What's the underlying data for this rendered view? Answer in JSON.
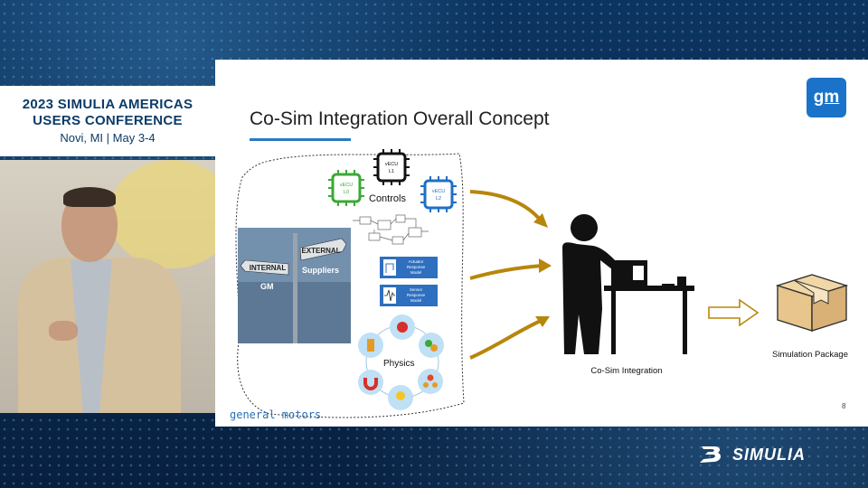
{
  "conference": {
    "title_line1": "2023 SIMULIA AMERICAS",
    "title_line2": "USERS CONFERENCE",
    "subtitle": "Novi, MI | May 3-4"
  },
  "slide": {
    "title": "Co-Sim Integration Overall Concept",
    "logo_text": "gm",
    "footer": "general motors",
    "page_number": "8",
    "controls_label": "Controls",
    "vecu": [
      {
        "line1": "vECU",
        "line2": "L0",
        "color": "#3aa935"
      },
      {
        "line1": "vECU",
        "line2": "L1",
        "color": "#111111"
      },
      {
        "line1": "vECU",
        "line2": "L2",
        "color": "#1f6fc6"
      }
    ],
    "sign": {
      "internal": "INTERNAL",
      "external": "EXTERNAL",
      "gm": "GM",
      "suppliers": "Suppliers"
    },
    "models": [
      {
        "line1": "Actuator",
        "line2": "Response",
        "line3": "Model"
      },
      {
        "line1": "Sensor",
        "line2": "Response",
        "line3": "Model"
      }
    ],
    "physics_label": "Physics",
    "integration_label": "Co-Sim Integration",
    "package_label": "Simulation Package",
    "accent_arrow_color": "#b8860b"
  },
  "brand": {
    "name": "SIMULIA"
  }
}
